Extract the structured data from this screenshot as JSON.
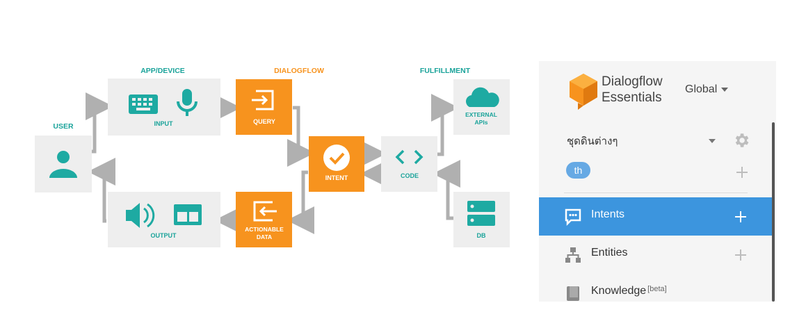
{
  "diagram": {
    "sections": {
      "app_device": "APP/DEVICE",
      "dialogflow": "DIALOGFLOW",
      "fulfillment": "FULFILLMENT"
    },
    "nodes": {
      "user": "USER",
      "input": "INPUT",
      "output": "OUTPUT",
      "query": "QUERY",
      "actionable_data_line1": "ACTIONABLE",
      "actionable_data_line2": "DATA",
      "intent": "INTENT",
      "code": "CODE",
      "external_apis_line1": "EXTERNAL",
      "external_apis_line2": "APIs",
      "db": "DB"
    },
    "colors": {
      "box": "#eeeeee",
      "orange": "#f7931e",
      "teal": "#1eaaa2",
      "arrow": "#b0b0b0",
      "heading": "#1aa39a",
      "heading_orange": "#f7931e"
    }
  },
  "console": {
    "brand_line1": "Dialogflow",
    "brand_line2": "Essentials",
    "region": "Global",
    "agent_name": "ชุดดินต่างๆ",
    "language": "th",
    "nav": [
      {
        "label": "Intents",
        "icon": "chat-bubble-icon",
        "active": true
      },
      {
        "label": "Entities",
        "icon": "hierarchy-icon",
        "active": false
      },
      {
        "label": "Knowledge",
        "badge": "[beta]",
        "icon": "book-icon",
        "active": false
      }
    ],
    "colors": {
      "active": "#3c95de",
      "brand_orange": "#f7931e"
    }
  }
}
